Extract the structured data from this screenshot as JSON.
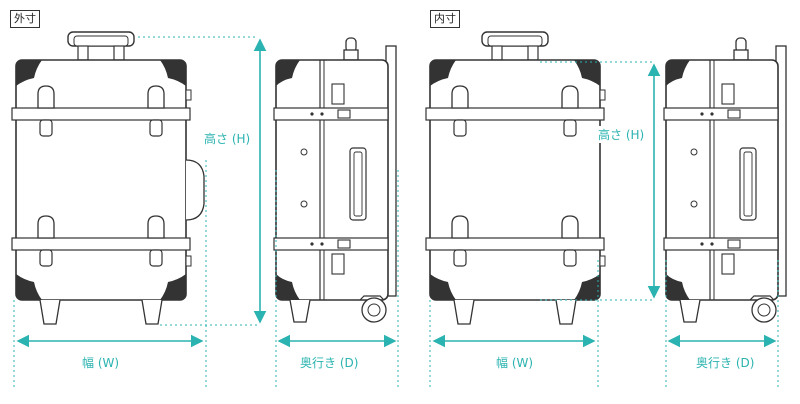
{
  "panels": {
    "outer": {
      "tag": "外寸"
    },
    "inner": {
      "tag": "内寸"
    }
  },
  "labels": {
    "height": "高さ (H)",
    "width": "幅 (W)",
    "depth": "奥行き (D)"
  },
  "colors": {
    "accent": "#2ab3b0",
    "line": "#333333",
    "body_fill": "#ffffff"
  }
}
